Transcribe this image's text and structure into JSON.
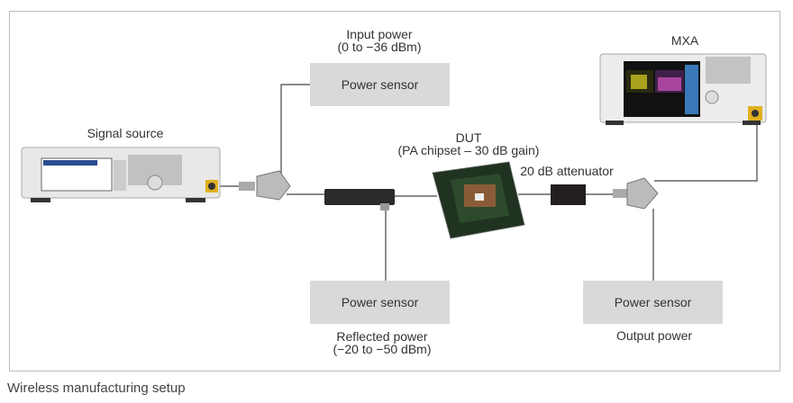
{
  "caption": "Wireless manufacturing setup",
  "nodes": {
    "signal_source": "Signal source",
    "input_power": {
      "title": "Input power",
      "range": "(0 to −36 dBm)"
    },
    "sensor_label": "Power sensor",
    "dut": {
      "title": "DUT",
      "detail": "(PA chipset – 30 dB gain)"
    },
    "attenuator": "20 dB attenuator",
    "mxa": "MXA",
    "reflected_power": {
      "title": "Reflected power",
      "range": "(−20 to −50 dBm)"
    },
    "output_power": "Output power"
  }
}
